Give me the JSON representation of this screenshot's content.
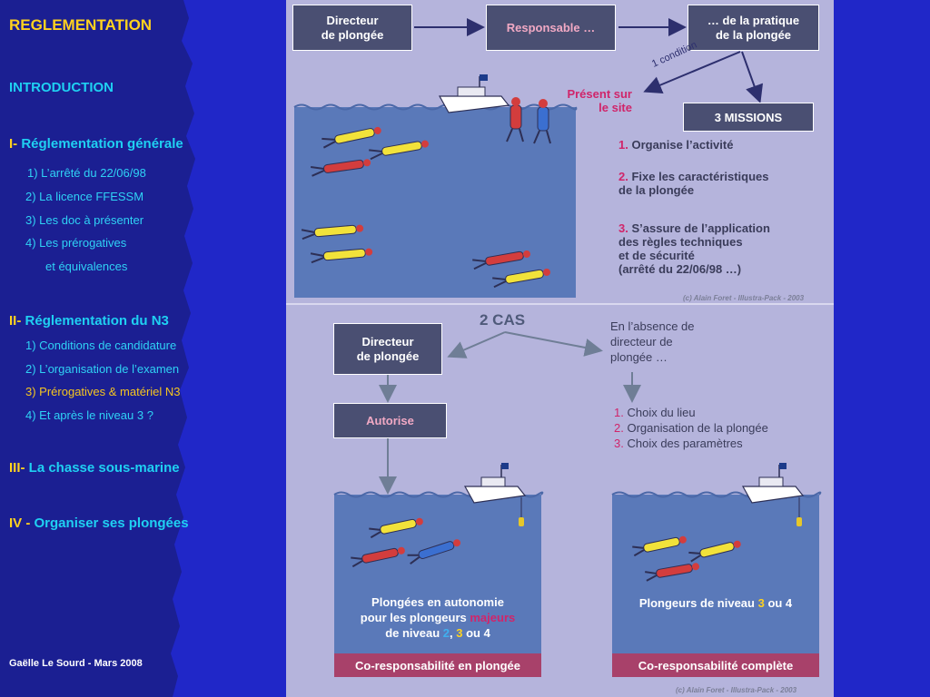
{
  "colors": {
    "sidebar_blue": "#1b1f92",
    "page_blue": "#2027c8",
    "panel": "#b5b4dc",
    "water": "#5a79b9",
    "dark_box": "#4a4f72",
    "pink_box": "#a8416a",
    "accent_magenta": "#d0256a",
    "accent_yellow": "#ffd21f",
    "accent_cyan": "#2fd2f5"
  },
  "sidebar": {
    "title": "REGLEMENTATION",
    "intro": "INTRODUCTION",
    "s1_num": "I-",
    "s1_title": "Réglementation générale",
    "s1_items": [
      "1) L’arrêté du 22/06/98",
      "2) La licence FFESSM",
      "3) Les doc à présenter",
      "4) Les prérogatives",
      "et équivalences"
    ],
    "s2_num": "II-",
    "s2_title": "Réglementation du N3",
    "s2_items": [
      "1) Conditions de candidature",
      "2) L’organisation de l’examen",
      "3) Prérogatives & matériel N3",
      "4) Et après le niveau 3 ?"
    ],
    "s3_num": "III-",
    "s3_title": "La chasse sous-marine",
    "s4_num": "IV -",
    "s4_title": "Organiser ses plongées",
    "footer": "Gaëlle Le Sourd - Mars 2008"
  },
  "top": {
    "dp_line1": "Directeur",
    "dp_line2": "de plongée",
    "resp": "Responsable …",
    "pratique_line1": "… de la pratique",
    "pratique_line2": "de la plongée",
    "condition": "1 condition",
    "present_line1": "Présent sur",
    "present_line2": "le site",
    "missions": "3 MISSIONS",
    "m1_num": "1.",
    "m1": "Organise l’activité",
    "m2_num": "2.",
    "m2_l1": "Fixe les caractéristiques",
    "m2_l2": "de la plongée",
    "m3_num": "3.",
    "m3_l1": "S’assure de l’application",
    "m3_l2": "des règles techniques",
    "m3_l3": "et de sécurité",
    "m3_l4": "(arrêté du 22/06/98 …)",
    "credit": "(c) Alain Foret - Illustra-Pack - 2003"
  },
  "bottom": {
    "dp_line1": "Directeur",
    "dp_line2": "de plongée",
    "cas": "2 CAS",
    "absence_l1": "En l’absence de",
    "absence_l2": "directeur de",
    "absence_l3": "plongée …",
    "autorise": "Autorise",
    "c1_num": "1.",
    "c1": "Choix du lieu",
    "c2_num": "2.",
    "c2": "Organisation de la plongée",
    "c3_num": "3.",
    "c3": "Choix des paramètres",
    "auto_l1": "Plongées en autonomie",
    "auto_l2a": "pour les plongeurs ",
    "auto_l2b": "majeurs",
    "auto_l3a": "de niveau ",
    "auto_n2": "2",
    ", ": "",
    "auto_sep": ", ",
    "auto_n3": "3",
    "auto_ou": " ou 4",
    "niv_a": "Plongeurs de niveau ",
    "niv_3": "3",
    "niv_b": " ou 4",
    "co_plongee": "Co-responsabilité en plongée",
    "co_complete": "Co-responsabilité complète",
    "credit": "(c) Alain Foret - Illustra-Pack - 2003"
  }
}
